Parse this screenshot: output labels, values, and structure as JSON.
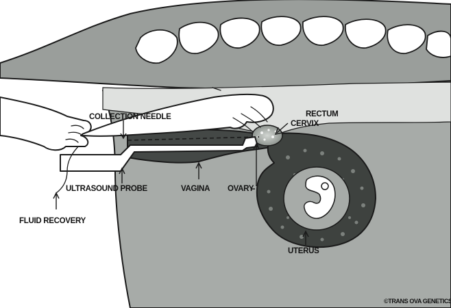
{
  "labels": {
    "collection_needle": "COLLECTION NEEDLE",
    "rectum": "RECTUM",
    "cervix": "CERVIX",
    "ultrasound_probe": "ULTRASOUND PROBE",
    "vagina": "VAGINA",
    "ovary": "OVARY",
    "fluid_recovery": "FLUID RECOVERY",
    "uterus": "UTERUS"
  },
  "credit": "©TRANS OVA GENETICS"
}
